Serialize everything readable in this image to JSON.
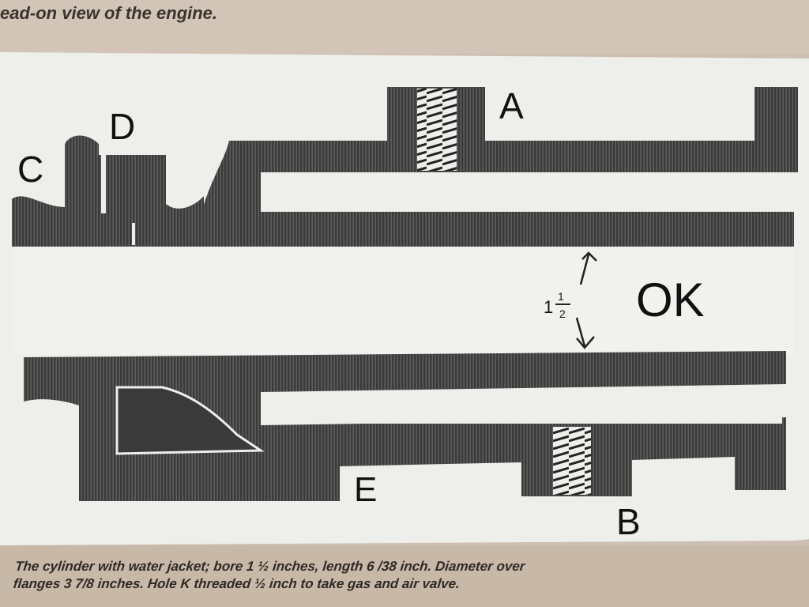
{
  "page": {
    "top_caption": "ead-on view of the engine.",
    "bottom_caption_line1": "The cylinder with water jacket; bore 1 ½ inches, length 6 /38 inch. Diameter over",
    "bottom_caption_line2": "flanges 3 7/8 inches. Hole K threaded ½ inch to take gas and air valve."
  },
  "diagram": {
    "labels": {
      "a": "A",
      "b": "B",
      "c": "C",
      "d": "D",
      "e": "E",
      "ok": "OK"
    },
    "annotation": {
      "whole": "1",
      "num": "1",
      "den": "2"
    }
  },
  "colors": {
    "paper": "#eeeeea",
    "ink": "#2a2a2a",
    "background": "#cdbfb1"
  }
}
